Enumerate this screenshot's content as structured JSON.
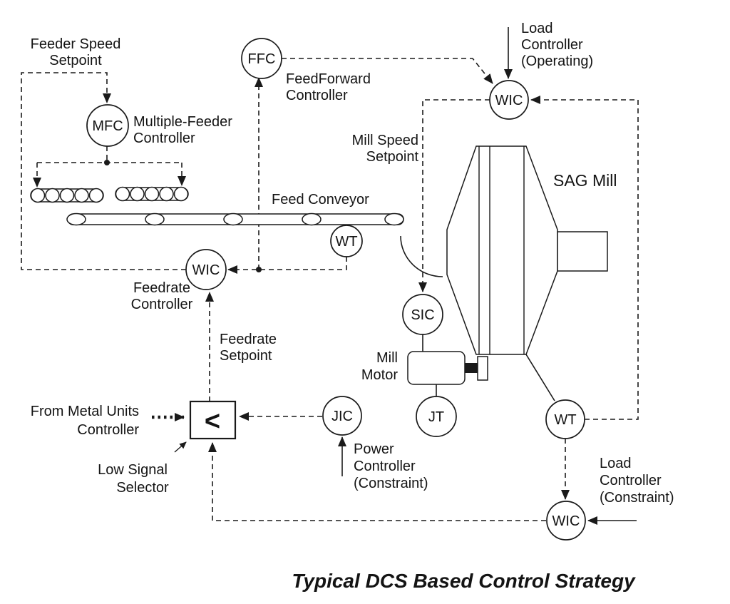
{
  "diagram": {
    "title": "Typical DCS Based Control Strategy",
    "colors": {
      "line": "#1a1a1a",
      "background": "#ffffff"
    },
    "instruments": {
      "mfc": {
        "tag": "MFC"
      },
      "ffc": {
        "tag": "FFC"
      },
      "wic_operating": {
        "tag": "WIC"
      },
      "wic_feedrate": {
        "tag": "WIC"
      },
      "wic_constraint": {
        "tag": "WIC"
      },
      "wt_feed_conveyor": {
        "tag": "WT"
      },
      "wt_discharge": {
        "tag": "WT"
      },
      "sic": {
        "tag": "SIC"
      },
      "jic": {
        "tag": "JIC"
      },
      "jt": {
        "tag": "JT"
      },
      "low_selector": {
        "symbol": "<"
      }
    },
    "labels": {
      "feeder_speed_setpoint": {
        "line1": "Feeder Speed",
        "line2": "Setpoint"
      },
      "multiple_feeder_controller": {
        "line1": "Multiple-Feeder",
        "line2": "Controller"
      },
      "feedforward_controller": {
        "line1": "FeedForward",
        "line2": "Controller"
      },
      "load_controller_operating": {
        "line1": "Load",
        "line2": "Controller",
        "line3": "(Operating)"
      },
      "mill_speed_setpoint": {
        "line1": "Mill Speed",
        "line2": "Setpoint"
      },
      "sag_mill": "SAG Mill",
      "feed_conveyor": "Feed Conveyor",
      "feedrate_controller": {
        "line1": "Feedrate",
        "line2": "Controller"
      },
      "feedrate_setpoint": {
        "line1": "Feedrate",
        "line2": "Setpoint"
      },
      "mill_motor": {
        "line1": "Mill",
        "line2": "Motor"
      },
      "power_controller_constraint": {
        "line1": "Power",
        "line2": "Controller",
        "line3": "(Constraint)"
      },
      "from_metal_units_controller": {
        "line1": "From Metal Units",
        "line2": "Controller"
      },
      "low_signal_selector": {
        "line1": "Low Signal",
        "line2": "Selector"
      },
      "load_controller_constraint": {
        "line1": "Load",
        "line2": "Controller",
        "line3": "(Constraint)"
      }
    }
  }
}
